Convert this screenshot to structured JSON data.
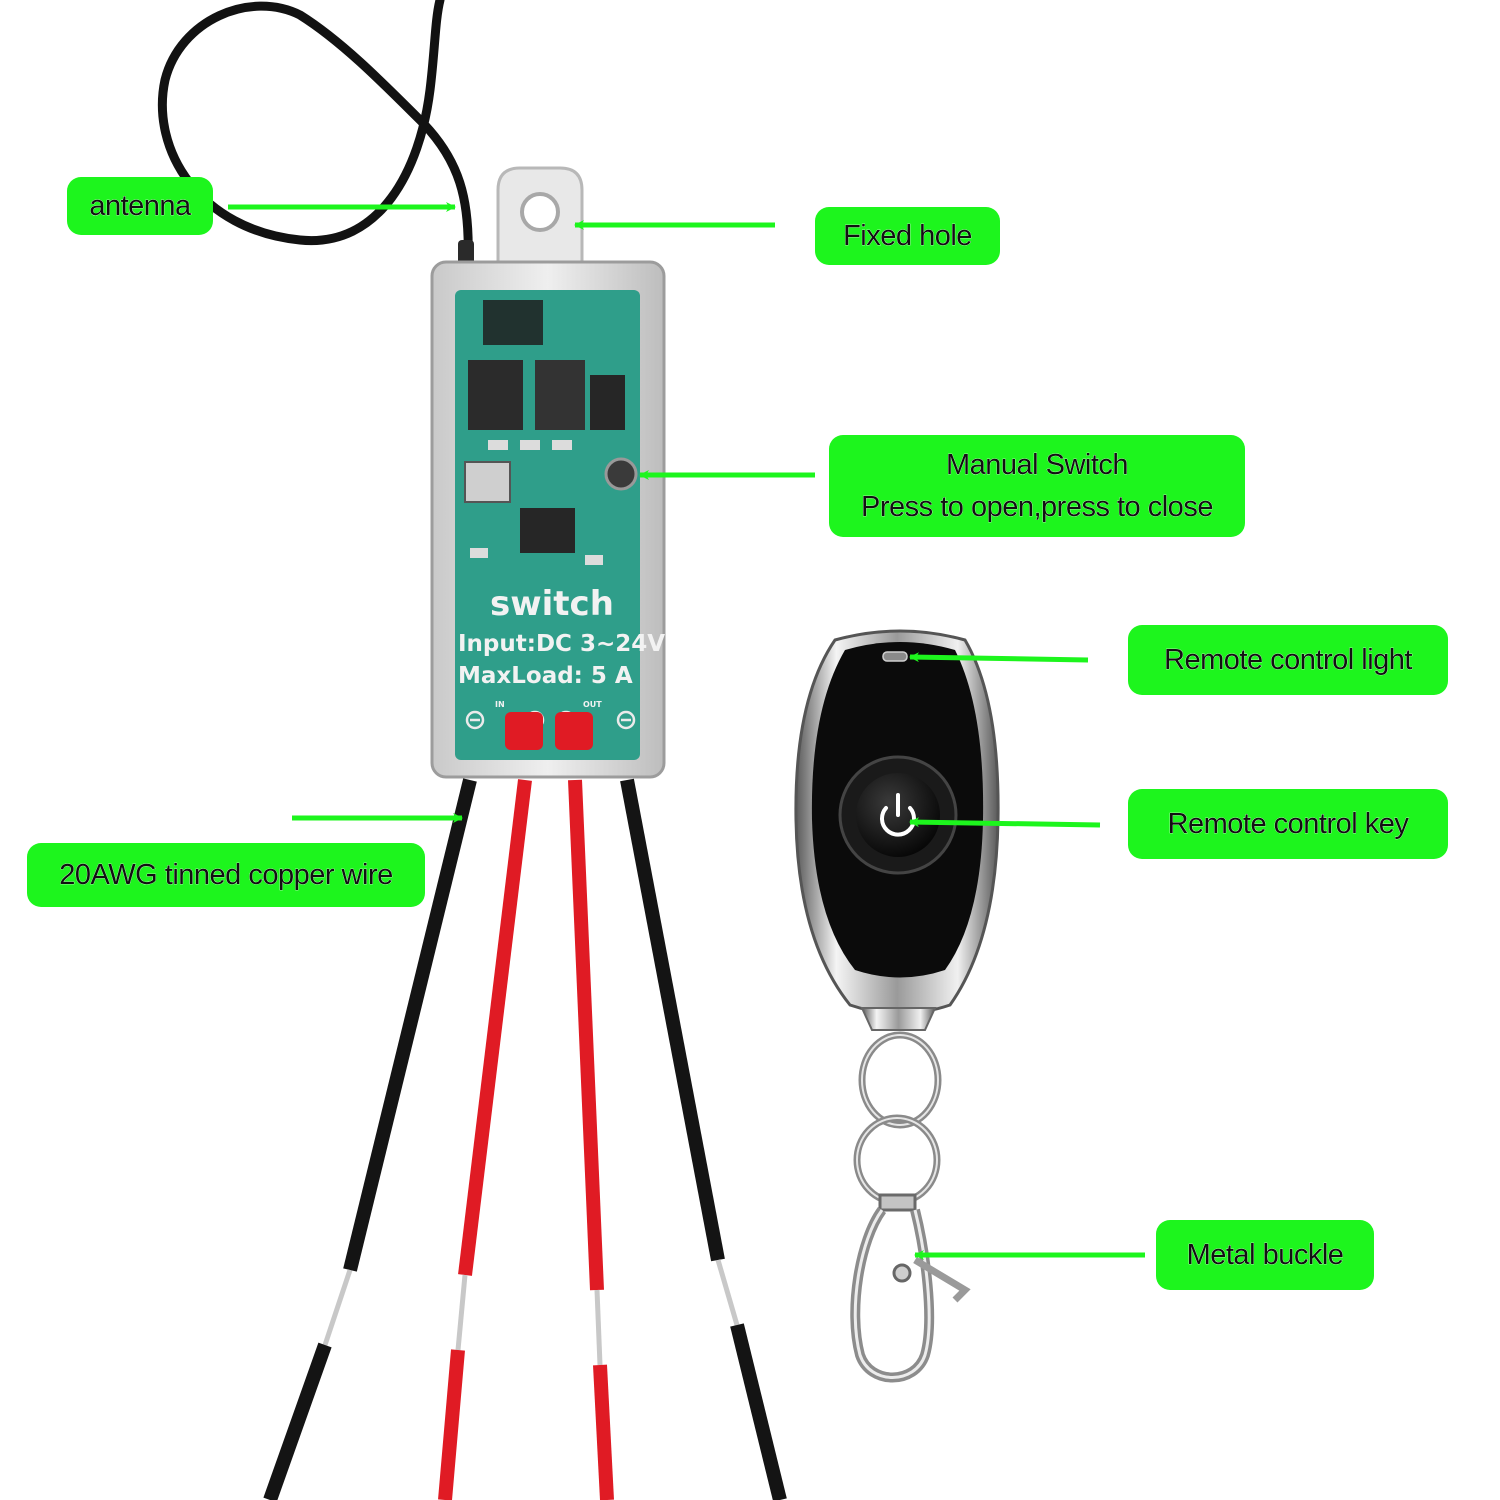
{
  "labels": {
    "antenna": "antenna",
    "fixed_hole": "Fixed hole",
    "manual_switch_line1": "Manual Switch",
    "manual_switch_line2": "Press to open,press to close",
    "remote_light": "Remote control light",
    "remote_key": "Remote control key",
    "wire": "20AWG tinned copper wire",
    "metal_buckle": "Metal buckle"
  },
  "board": {
    "title": "switch",
    "input": "Input:DC 3~24V",
    "max_load": "MaxLoad: 5 A",
    "in_marker": "IN",
    "out_marker": "OUT"
  },
  "colors": {
    "label_bg": "#1df51d",
    "arrow": "#1df51d",
    "wire_red": "#e01b24",
    "wire_black": "#141414",
    "pcb": "#2f9e8a"
  }
}
